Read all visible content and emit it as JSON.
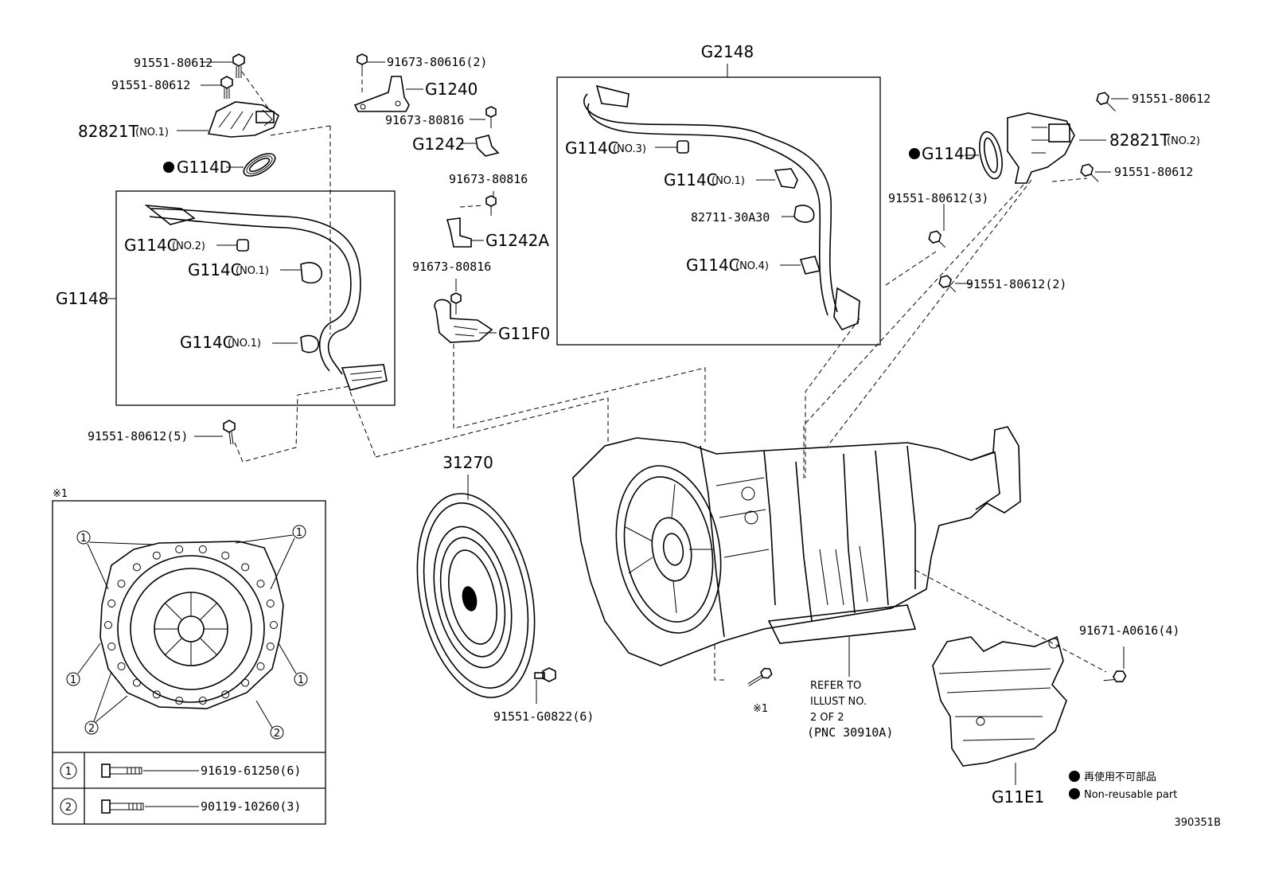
{
  "labels": {
    "p91551_a": "91551-80612",
    "p91551_b": "91551-80612",
    "p82821t_1": "82821T",
    "p82821t_1_note": "(NO.1)",
    "p_g114d_l": "G114D",
    "p91673_80616": "91673-80616(2)",
    "p_g1240": "G1240",
    "p91673_80816_a": "91673-80816",
    "p_g1242": "G1242",
    "p91673_80816_b": "91673-80816",
    "p_g1242a": "G1242A",
    "p91673_80816_c": "91673-80816",
    "p_g11f0": "G11F0",
    "p_g2148": "G2148",
    "p_g114c_no3": "G114C",
    "p_g114c_no3_note": "(NO.3)",
    "p_g114c_no1_r": "G114C",
    "p_g114c_no1_r_note": "(NO.1)",
    "p82711": "82711-30A30",
    "p_g114c_no4": "G114C",
    "p_g114c_no4_note": "(NO.4)",
    "p_g1148": "G1148",
    "p_g114c_no2": "G114C",
    "p_g114c_no2_note": "(NO.2)",
    "p_g114c_no1_a": "G114C",
    "p_g114c_no1_a_note": "(NO.1)",
    "p_g114c_no1_b": "G114C",
    "p_g114c_no1_b_note": "(NO.1)",
    "p91551_5": "91551-80612(5)",
    "p91551_r1": "91551-80612",
    "p82821t_2": "82821T",
    "p82821t_2_note": "(NO.2)",
    "p_g114d_r": "G114D",
    "p91551_r2": "91551-80612",
    "p91551_3": "91551-80612(3)",
    "p91551_2": "91551-80612(2)",
    "p31270": "31270",
    "p91551_g0822": "91551-G0822(6)",
    "p91671": "91671-A0616(4)",
    "p_g11e1": "G11E1",
    "refer_1": "REFER TO",
    "refer_2": "ILLUST NO.",
    "refer_3": "2 OF 2",
    "refer_4": "(PNC 30910A)",
    "ref_mark": "※1",
    "inset_mark": "※1",
    "legend_jp": "再使用不可部品",
    "legend_en": "Non-reusable part",
    "drawing_no": "390351B"
  },
  "inset_table": {
    "rows": [
      {
        "index": "1",
        "part": "91619-61250(6)"
      },
      {
        "index": "2",
        "part": "90119-10260(3)"
      }
    ]
  },
  "inset_callouts": [
    "1",
    "1",
    "1",
    "1",
    "2",
    "2"
  ]
}
